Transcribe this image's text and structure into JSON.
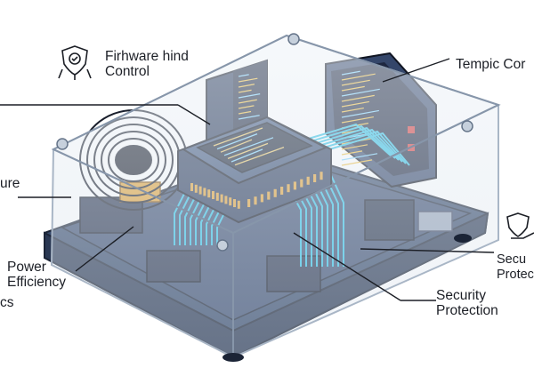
{
  "labels": {
    "firmware": [
      "Firhware hind",
      "Control"
    ],
    "tempic": "Tempic Cor",
    "ure": "ure",
    "power": [
      "Power",
      "Efficiency"
    ],
    "cs": "cs",
    "security_main": [
      "Security",
      "Protection"
    ],
    "security_right": [
      "Secu",
      "Protec"
    ]
  },
  "icons": [
    "shield-gear-icon",
    "hand-shield-icon"
  ],
  "colors": {
    "board": "#2f3e5c",
    "chip": "#3d5378",
    "traces": "#35c3e6",
    "pins": "#e0a33a",
    "case": "#dde6ef",
    "screen_code": "#f0c040"
  }
}
